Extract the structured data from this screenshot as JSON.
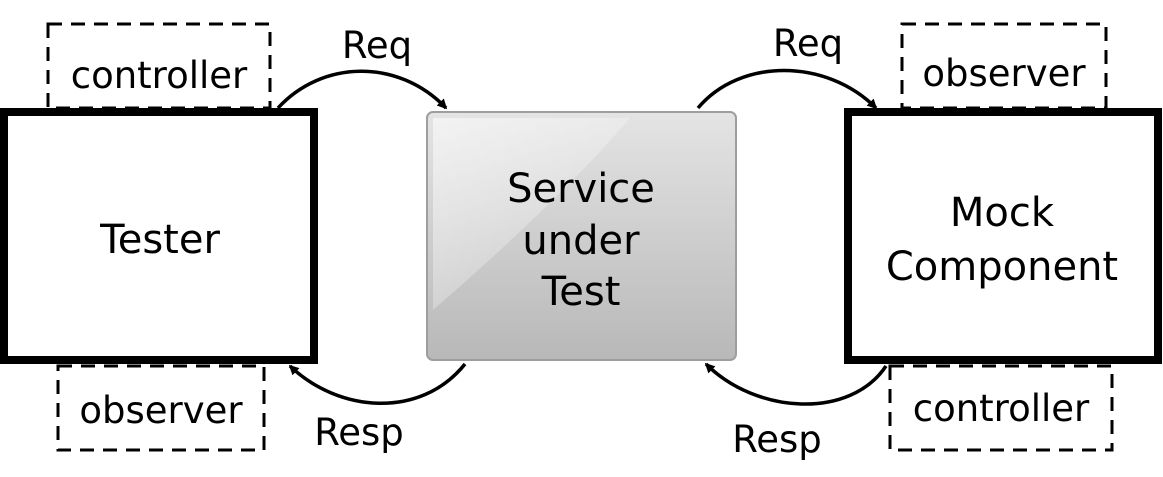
{
  "nodes": {
    "tester": {
      "label": "Tester",
      "controller_label": "controller",
      "observer_label": "observer"
    },
    "sut": {
      "lines": [
        "Service",
        "under",
        "Test"
      ]
    },
    "mock": {
      "lines": [
        "Mock",
        "Component"
      ],
      "observer_label": "observer",
      "controller_label": "controller"
    }
  },
  "edges": {
    "tester_req": "Req",
    "tester_resp": "Resp",
    "mock_req": "Req",
    "mock_resp": "Resp"
  },
  "colors": {
    "stroke": "#000000",
    "sut_fill_top": "#e2e2e2",
    "sut_fill_bottom": "#b9b9b9"
  }
}
